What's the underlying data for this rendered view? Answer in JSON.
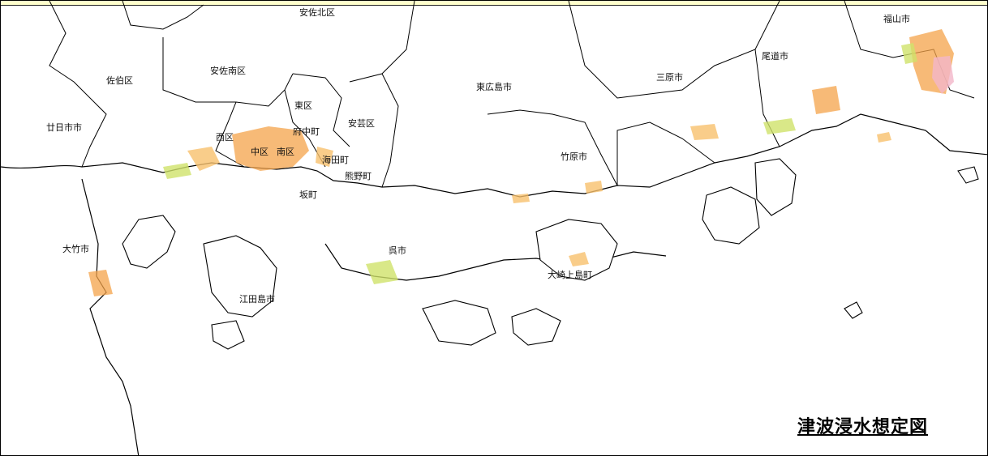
{
  "map": {
    "legend_title": "津波浸水想定図",
    "places": [
      {
        "id": "asakita",
        "name": "安佐北区"
      },
      {
        "id": "asaminami",
        "name": "安佐南区"
      },
      {
        "id": "saeki",
        "name": "佐伯区"
      },
      {
        "id": "hatsukaichi",
        "name": "廿日市市"
      },
      {
        "id": "higashi",
        "name": "東区"
      },
      {
        "id": "nishi",
        "name": "西区"
      },
      {
        "id": "naka",
        "name": "中区"
      },
      {
        "id": "minami",
        "name": "南区"
      },
      {
        "id": "fuchu",
        "name": "府中町"
      },
      {
        "id": "aki",
        "name": "安芸区"
      },
      {
        "id": "kaita",
        "name": "海田町"
      },
      {
        "id": "kumano",
        "name": "熊野町"
      },
      {
        "id": "saka",
        "name": "坂町"
      },
      {
        "id": "higashihiroshima",
        "name": "東広島市"
      },
      {
        "id": "takehara",
        "name": "竹原市"
      },
      {
        "id": "mihara",
        "name": "三原市"
      },
      {
        "id": "onomichi",
        "name": "尾道市"
      },
      {
        "id": "fukuyama",
        "name": "福山市"
      },
      {
        "id": "kure",
        "name": "呉市"
      },
      {
        "id": "otake",
        "name": "大竹市"
      },
      {
        "id": "etajima",
        "name": "江田島市"
      },
      {
        "id": "osakikamijima",
        "name": "大崎上島町"
      }
    ]
  }
}
